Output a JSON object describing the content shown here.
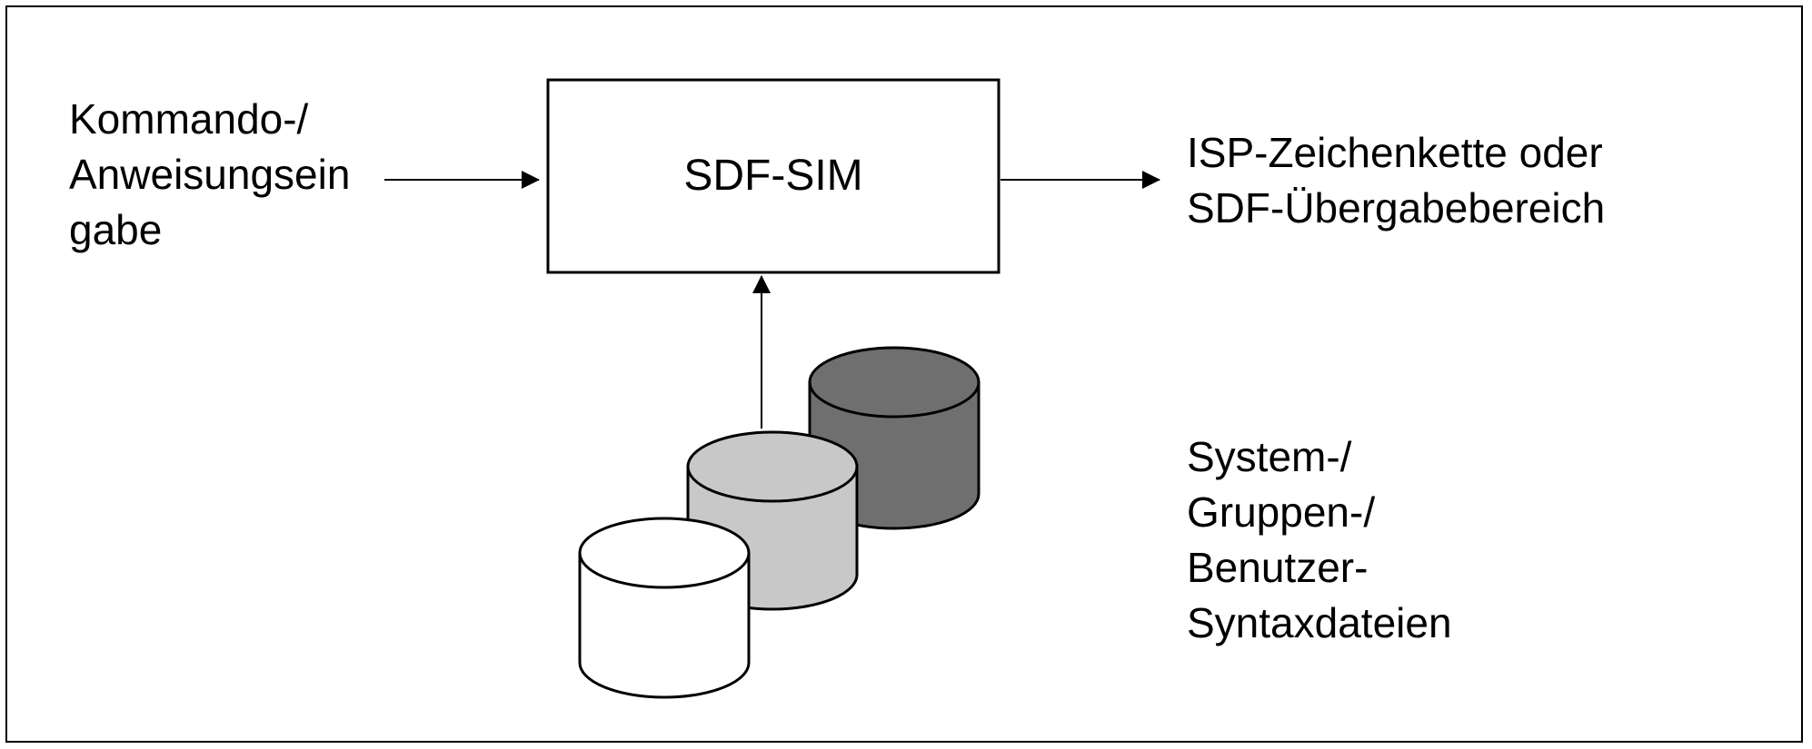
{
  "diagram": {
    "process_box": {
      "label": "SDF-SIM"
    },
    "input": {
      "lines": [
        "Kommando-/",
        "Anweisungsein",
        "gabe"
      ]
    },
    "output": {
      "lines": [
        "ISP-Zeichenkette oder",
        "SDF-Übergabebereich"
      ]
    },
    "syntax_files": {
      "lines": [
        "System-/",
        "Gruppen-/",
        "Benutzer-",
        "Syntaxdateien"
      ],
      "colors": {
        "system": "#6f6f6f",
        "group": "#c8c8c8",
        "user": "#ffffff"
      }
    }
  }
}
